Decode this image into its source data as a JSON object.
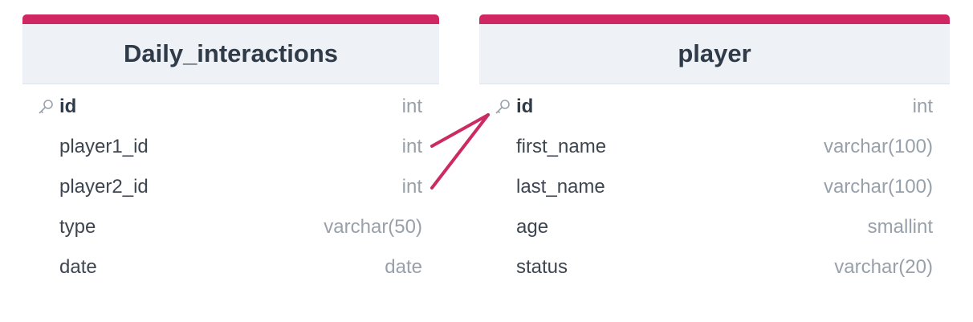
{
  "colors": {
    "accent": "#d02662",
    "header_bg": "#eef1f6",
    "connector": "#cc2a63"
  },
  "tables": [
    {
      "name": "Daily_interactions",
      "fields": [
        {
          "name": "id",
          "type": "int",
          "pk": true
        },
        {
          "name": "player1_id",
          "type": "int",
          "pk": false
        },
        {
          "name": "player2_id",
          "type": "int",
          "pk": false
        },
        {
          "name": "type",
          "type": "varchar(50)",
          "pk": false
        },
        {
          "name": "date",
          "type": "date",
          "pk": false
        }
      ]
    },
    {
      "name": "player",
      "fields": [
        {
          "name": "id",
          "type": "int",
          "pk": true
        },
        {
          "name": "first_name",
          "type": "varchar(100)",
          "pk": false
        },
        {
          "name": "last_name",
          "type": "varchar(100)",
          "pk": false
        },
        {
          "name": "age",
          "type": "smallint",
          "pk": false
        },
        {
          "name": "status",
          "type": "varchar(20)",
          "pk": false
        }
      ]
    }
  ],
  "relations": [
    {
      "from_table": "Daily_interactions",
      "from_field": "player1_id",
      "to_table": "player",
      "to_field": "id"
    },
    {
      "from_table": "Daily_interactions",
      "from_field": "player2_id",
      "to_table": "player",
      "to_field": "id"
    }
  ]
}
